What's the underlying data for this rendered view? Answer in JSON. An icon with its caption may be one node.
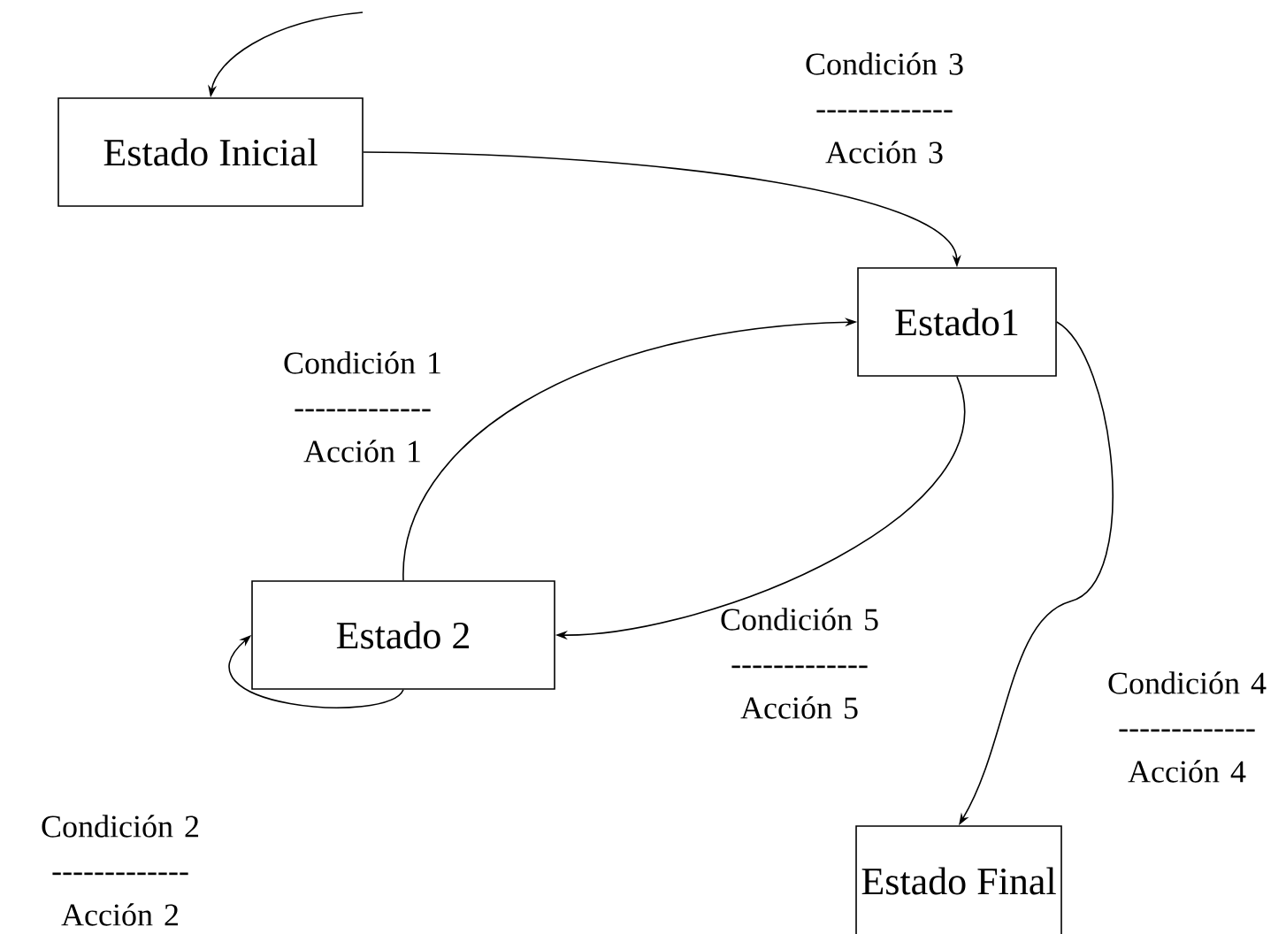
{
  "diagram": {
    "nodes": [
      {
        "text": [
          "Estado Inicial"
        ]
      },
      {
        "text": [
          "Estado1"
        ]
      },
      {
        "text": [
          "Estado 2"
        ]
      },
      {
        "text": [
          "Estado Final"
        ]
      }
    ],
    "edges": [
      {
        "from": null,
        "to": 0,
        "arrow": "to"
      },
      {
        "from": 0,
        "to": 1,
        "arrow": "to",
        "label": "Condición 3 ------------- Acción 3"
      },
      {
        "from": 2,
        "to": 1,
        "arrow": "to",
        "label": "Condición 1 ------------- Acción 1"
      },
      {
        "from": 1,
        "to": 2,
        "arrow": "to",
        "label": "Condición 5 ------------- Acción 5"
      },
      {
        "from": 1,
        "to": 3,
        "arrow": "to",
        "label": "Condición 4 ------------- Acción 4"
      },
      {
        "from": 2,
        "to": 2,
        "arrow": "to",
        "label": "Condición 2 ------------- Acción 2"
      }
    ]
  }
}
